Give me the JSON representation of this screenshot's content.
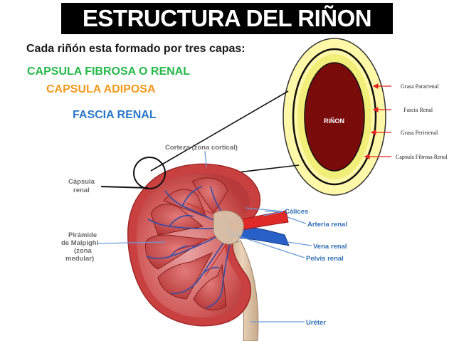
{
  "title": "ESTRUCTURA DEL RIÑON",
  "subtitle": "Cada riñón esta formado por tres capas:",
  "layers": [
    "CAPSULA FIBROSA O RENAL",
    "CAPSULA ADIPOSA",
    "FASCIA RENAL"
  ],
  "cross_section": {
    "center_label": "RIÑON",
    "labels": [
      "Grasa Pararrenal",
      "Fascia Renal",
      "Grasa Perirrenal",
      "Capsula Fibrosa Renal"
    ]
  },
  "anatomy": {
    "corteza": "Corteza (zona cortical)",
    "capsula_line1": "Cápsula",
    "capsula_line2": "renal",
    "piramide_line1": "Pirámide",
    "piramide_line2": "de Malpighi",
    "piramide_line3": "(zona",
    "piramide_line4": "medular)",
    "calices": "Cálices",
    "arteria": "Arteria renal",
    "vena": "Vena renal",
    "pelvis": "Pelvis renal",
    "ureter": "Uréter"
  },
  "colors": {
    "title_bg": "#000000",
    "layer1": "#25b84a",
    "layer2": "#f29a1d",
    "layer3": "#2a78c7",
    "label_blue": "#2f6fb5",
    "kidney_red": "#7a0b0b",
    "arrow_red": "#e02020"
  }
}
